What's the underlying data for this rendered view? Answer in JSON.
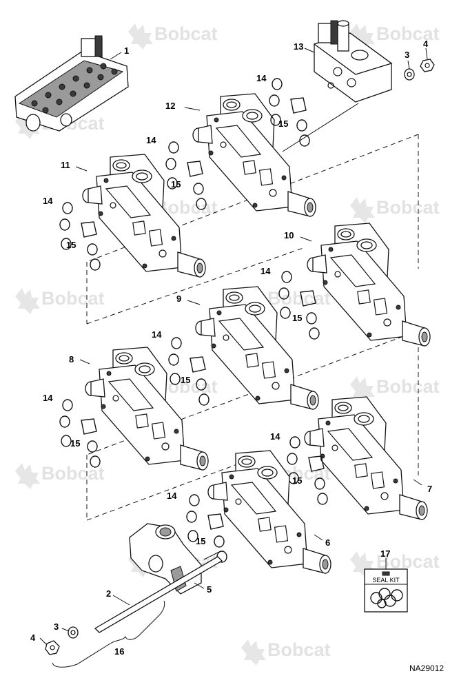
{
  "watermark_text": "Bobcat",
  "drawing_number": "NA29012",
  "seal_kit_label": "SEAL KIT",
  "callouts": {
    "c1": "1",
    "c2": "2",
    "c3a": "3",
    "c3b": "3",
    "c4a": "4",
    "c4b": "4",
    "c5": "5",
    "c6": "6",
    "c7": "7",
    "c8": "8",
    "c9": "9",
    "c10": "10",
    "c11": "11",
    "c12": "12",
    "c13": "13",
    "c14a": "14",
    "c14b": "14",
    "c14c": "14",
    "c14d": "14",
    "c14e": "14",
    "c14f": "14",
    "c14g": "14",
    "c15a": "15",
    "c15b": "15",
    "c15c": "15",
    "c15d": "15",
    "c15e": "15",
    "c15f": "15",
    "c15g": "15",
    "c16": "16",
    "c17": "17"
  },
  "icons": [
    "bobcat-logo-icon",
    "hydraulic-valve-section-icon",
    "o-ring-icon",
    "seal-kit-icon"
  ]
}
